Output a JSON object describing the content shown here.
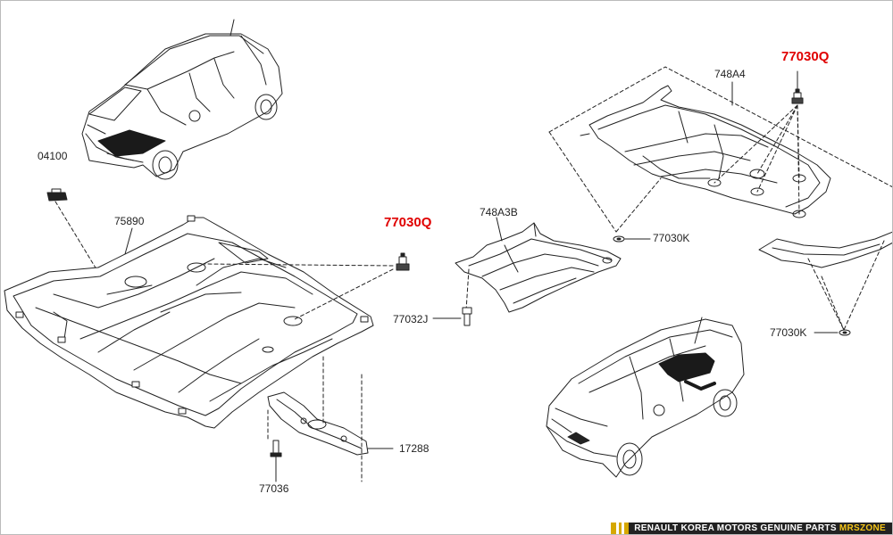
{
  "diagram": {
    "labels": {
      "part_04100": "04100",
      "part_75890": "75890",
      "part_77030Q_left": "77030Q",
      "part_748A3B": "748A3B",
      "part_77032J": "77032J",
      "part_17288": "17288",
      "part_77036": "77036",
      "part_748A4": "748A4",
      "part_77030Q_right": "77030Q",
      "part_77030K_mid": "77030K",
      "part_77030K_right": "77030K"
    },
    "highlight_color": "#e00000",
    "line_color": "#222222"
  },
  "footer": {
    "text": "RENAULT KOREA MOTORS GENUINE PARTS",
    "brand": "MRSZONE"
  }
}
